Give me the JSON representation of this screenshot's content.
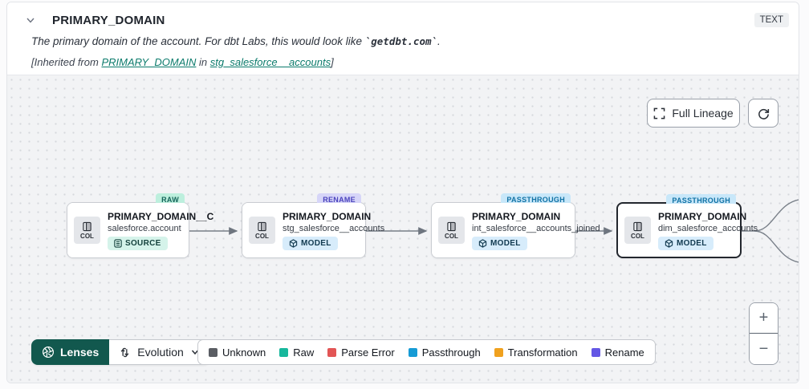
{
  "header": {
    "title": "PRIMARY_DOMAIN",
    "type_badge": "TEXT",
    "description_prefix": "The primary domain of the account. For dbt Labs, this would look like ",
    "description_code": "`getdbt.com`",
    "description_suffix": ".",
    "inherited_prefix": "[Inherited from ",
    "inherited_link_column": "PRIMARY_DOMAIN",
    "inherited_middle": " in ",
    "inherited_link_model": "stg_salesforce__accounts",
    "inherited_suffix": "]"
  },
  "canvas": {
    "full_lineage_label": "Full Lineage",
    "nodes": [
      {
        "badge": "RAW",
        "title": "PRIMARY_DOMAIN__C",
        "subtitle": "salesforce.account",
        "resource_type": "SOURCE",
        "col_label": "COL"
      },
      {
        "badge": "RENAME",
        "title": "PRIMARY_DOMAIN",
        "subtitle": "stg_salesforce__accounts",
        "resource_type": "MODEL",
        "col_label": "COL"
      },
      {
        "badge": "PASSTHROUGH",
        "title": "PRIMARY_DOMAIN",
        "subtitle": "int_salesforce__accounts_joined",
        "resource_type": "MODEL",
        "col_label": "COL"
      },
      {
        "badge": "PASSTHROUGH",
        "title": "PRIMARY_DOMAIN",
        "subtitle": "dim_salesforce_accounts",
        "resource_type": "MODEL",
        "col_label": "COL"
      }
    ]
  },
  "toolbar": {
    "lenses_label": "Lenses",
    "lens_selected": "Evolution"
  },
  "legend": {
    "items": [
      {
        "label": "Unknown",
        "color": "#5a5d63"
      },
      {
        "label": "Raw",
        "color": "#17b79c"
      },
      {
        "label": "Parse Error",
        "color": "#e25555"
      },
      {
        "label": "Passthrough",
        "color": "#169bd5"
      },
      {
        "label": "Transformation",
        "color": "#f0a11e"
      },
      {
        "label": "Rename",
        "color": "#6457e5"
      }
    ]
  },
  "zoom_controls": {
    "zoom_in": "+",
    "zoom_out": "−"
  }
}
